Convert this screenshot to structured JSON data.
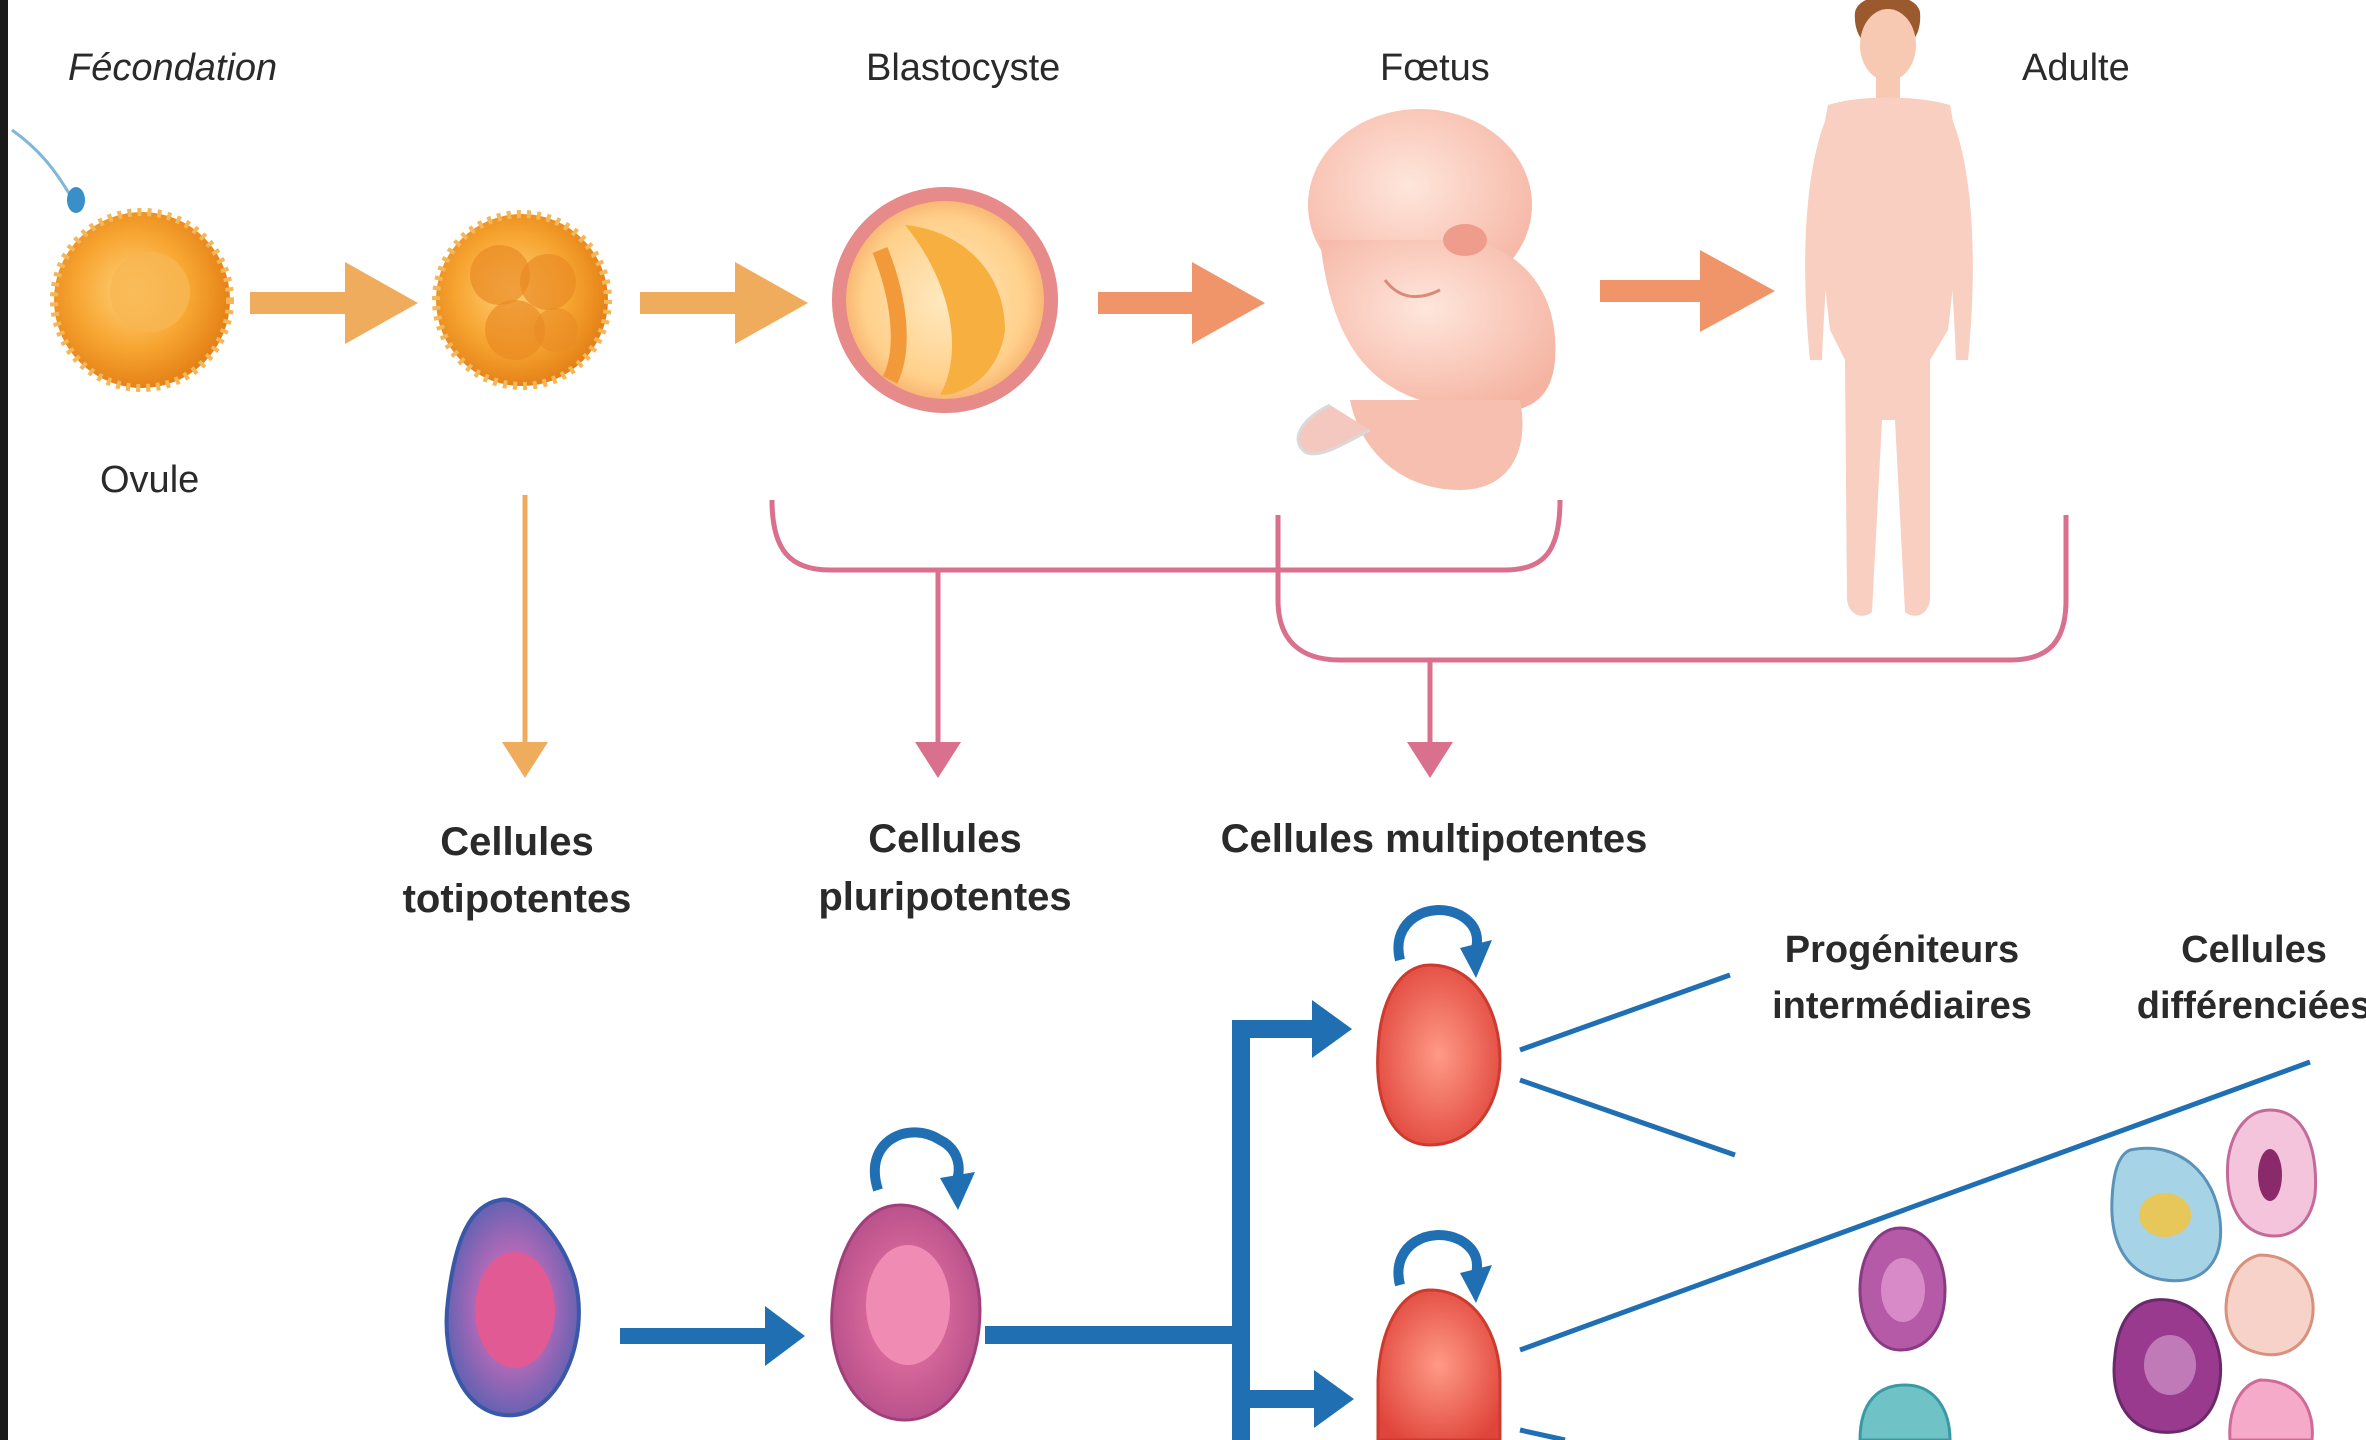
{
  "stages": {
    "fecondation": "Fécondation",
    "ovule": "Ovule",
    "blastocyste": "Blastocyste",
    "foetus": "Fœtus",
    "adulte": "Adulte"
  },
  "cell_types": {
    "totipotentes_line1": "Cellules",
    "totipotentes_line2": "totipotentes",
    "pluripotentes_line1": "Cellules",
    "pluripotentes_line2": "pluripotentes",
    "multipotentes": "Cellules multipotentes"
  },
  "lineage": {
    "progeniteurs_line1": "Progéniteurs",
    "progeniteurs_line2": "intermédiaires",
    "differenciees_line1": "Cellules",
    "differenciees_line2": "différenciées"
  },
  "colors": {
    "background": "#ffffff",
    "frame": "#1a1a1a",
    "orange_arrow": "#eeac5c",
    "pink_bracket": "#d8708e",
    "blue_arrow": "#1f6fb2"
  }
}
